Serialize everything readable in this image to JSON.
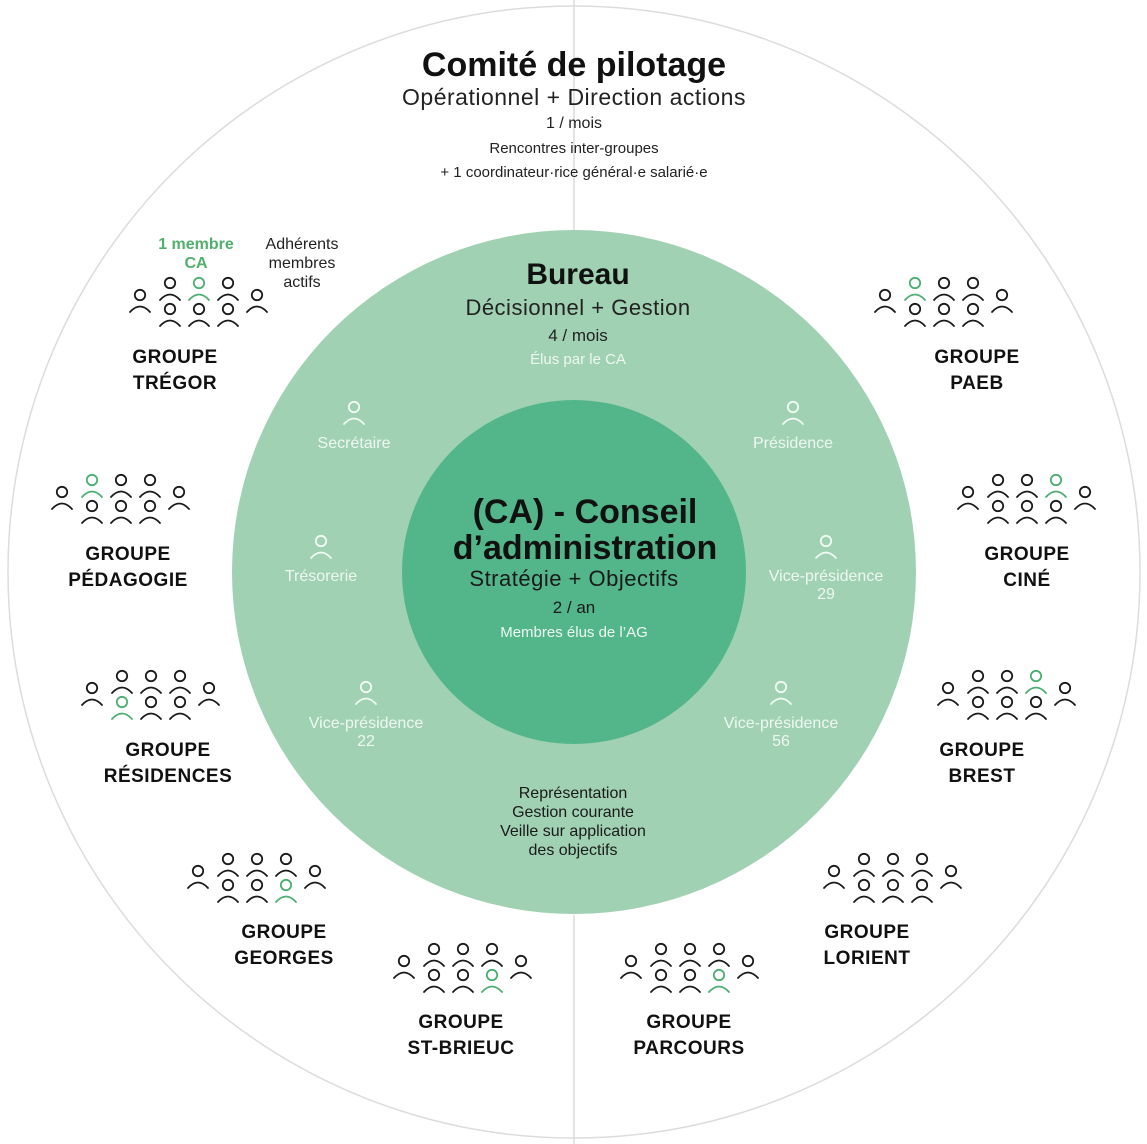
{
  "colors": {
    "outer_stroke": "#dcdcdc",
    "bureau_fill": "#a0d1b2",
    "ca_fill": "#53b68a",
    "member_icon": "#1a1a1a",
    "ca_member_icon": "#4caf72",
    "role_icon": "#f2faf5"
  },
  "comite": {
    "title": "Comité de pilotage",
    "subtitle": "Opérationnel + Direction actions",
    "frequency": "1 / mois",
    "note": "Rencontres inter-groupes",
    "coordinator": "+ 1 coordinateur·rice général·e salarié·e"
  },
  "legend": {
    "ca_member": "1 membre\nCA",
    "active_members": "Adhérents\nmembres\nactifs"
  },
  "bureau": {
    "title": "Bureau",
    "subtitle": "Décisionnel + Gestion",
    "frequency": "4 / mois",
    "elected": "Élus par le CA",
    "roles": [
      {
        "label": "Secrétaire",
        "icon": "person-icon"
      },
      {
        "label": "Présidence",
        "icon": "person-icon"
      },
      {
        "label": "Trésorerie",
        "icon": "person-icon"
      },
      {
        "label": "Vice-présidence\n29",
        "icon": "person-icon"
      },
      {
        "label": "Vice-présidence\n22",
        "icon": "person-icon"
      },
      {
        "label": "Vice-présidence\n56",
        "icon": "person-icon"
      }
    ],
    "missions": "Représentation\nGestion courante\nVeille sur application\ndes objectifs"
  },
  "ca": {
    "title": "(CA) - Conseil\nd’administration",
    "subtitle": "Stratégie + Objectifs",
    "frequency": "2 / an",
    "elected": "Membres élus de l’AG"
  },
  "groups": [
    {
      "name": "GROUPE\nTRÉGOR"
    },
    {
      "name": "GROUPE\nPAEB"
    },
    {
      "name": "GROUPE\nPÉDAGOGIE"
    },
    {
      "name": "GROUPE\nCINÉ"
    },
    {
      "name": "GROUPE\nRÉSIDENCES"
    },
    {
      "name": "GROUPE\nBREST"
    },
    {
      "name": "GROUPE\nGEORGES"
    },
    {
      "name": "GROUPE\nLORIENT"
    },
    {
      "name": "GROUPE\nST-BRIEUC"
    },
    {
      "name": "GROUPE\nPARCOURS"
    }
  ]
}
